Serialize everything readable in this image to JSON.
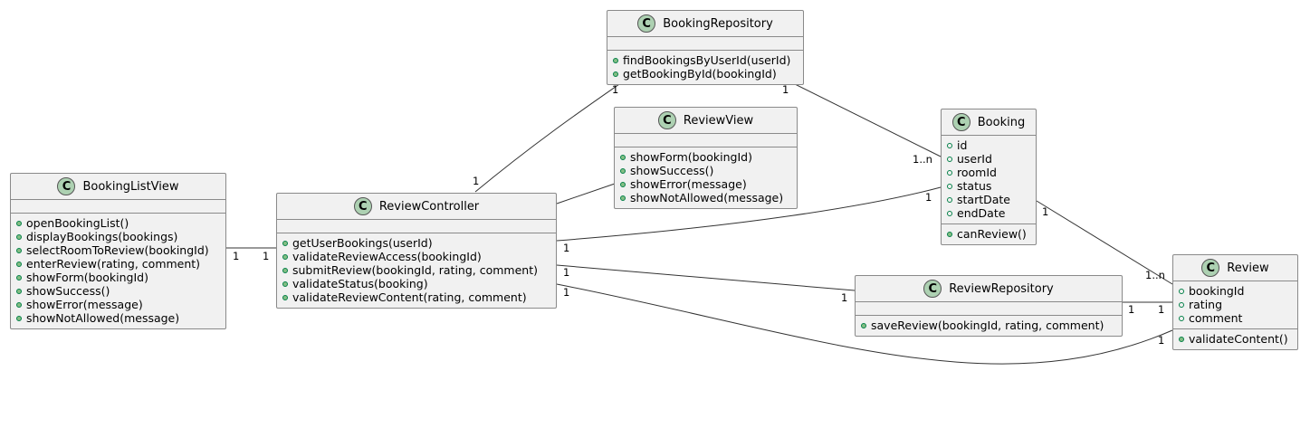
{
  "classes": [
    {
      "id": "bookingrepository",
      "name": "BookingRepository",
      "badge": "C",
      "fields": [],
      "methods": [
        "findBookingsByUserId(userId)",
        "getBookingById(bookingId)"
      ]
    },
    {
      "id": "reviewview",
      "name": "ReviewView",
      "badge": "C",
      "fields": [],
      "methods": [
        "showForm(bookingId)",
        "showSuccess()",
        "showError(message)",
        "showNotAllowed(message)"
      ]
    },
    {
      "id": "bookinglistview",
      "name": "BookingListView",
      "badge": "C",
      "fields": [],
      "methods": [
        "openBookingList()",
        "displayBookings(bookings)",
        "selectRoomToReview(bookingId)",
        "enterReview(rating, comment)",
        "showForm(bookingId)",
        "showSuccess()",
        "showError(message)",
        "showNotAllowed(message)"
      ]
    },
    {
      "id": "reviewcontroller",
      "name": "ReviewController",
      "badge": "C",
      "fields": [],
      "methods": [
        "getUserBookings(userId)",
        "validateReviewAccess(bookingId)",
        "submitReview(bookingId, rating, comment)",
        "validateStatus(booking)",
        "validateReviewContent(rating, comment)"
      ]
    },
    {
      "id": "booking",
      "name": "Booking",
      "badge": "C",
      "fields": [
        "id",
        "userId",
        "roomId",
        "status",
        "startDate",
        "endDate"
      ],
      "methods": [
        "canReview()"
      ]
    },
    {
      "id": "reviewrepository",
      "name": "ReviewRepository",
      "badge": "C",
      "fields": [],
      "methods": [
        "saveReview(bookingId, rating, comment)"
      ]
    },
    {
      "id": "review",
      "name": "Review",
      "badge": "C",
      "fields": [
        "bookingId",
        "rating",
        "comment"
      ],
      "methods": [
        "validateContent()"
      ]
    }
  ],
  "associations": [
    {
      "from": "bookinglistview",
      "to": "reviewcontroller",
      "from_mult": "1",
      "to_mult": "1"
    },
    {
      "from": "reviewcontroller",
      "to": "bookingrepository",
      "from_mult": "1",
      "to_mult": "1"
    },
    {
      "from": "reviewcontroller",
      "to": "reviewview",
      "from_mult": "",
      "to_mult": ""
    },
    {
      "from": "bookingrepository",
      "to": "booking",
      "from_mult": "1",
      "to_mult": "1..n"
    },
    {
      "from": "reviewcontroller",
      "to": "booking",
      "from_mult": "1",
      "to_mult": "1"
    },
    {
      "from": "reviewcontroller",
      "to": "reviewrepository",
      "from_mult": "1",
      "to_mult": "1"
    },
    {
      "from": "booking",
      "to": "review",
      "from_mult": "1",
      "to_mult": "1..n"
    },
    {
      "from": "reviewrepository",
      "to": "review",
      "from_mult": "1",
      "to_mult": "1"
    },
    {
      "from": "reviewcontroller",
      "to": "review",
      "from_mult": "1",
      "to_mult": "1"
    }
  ]
}
